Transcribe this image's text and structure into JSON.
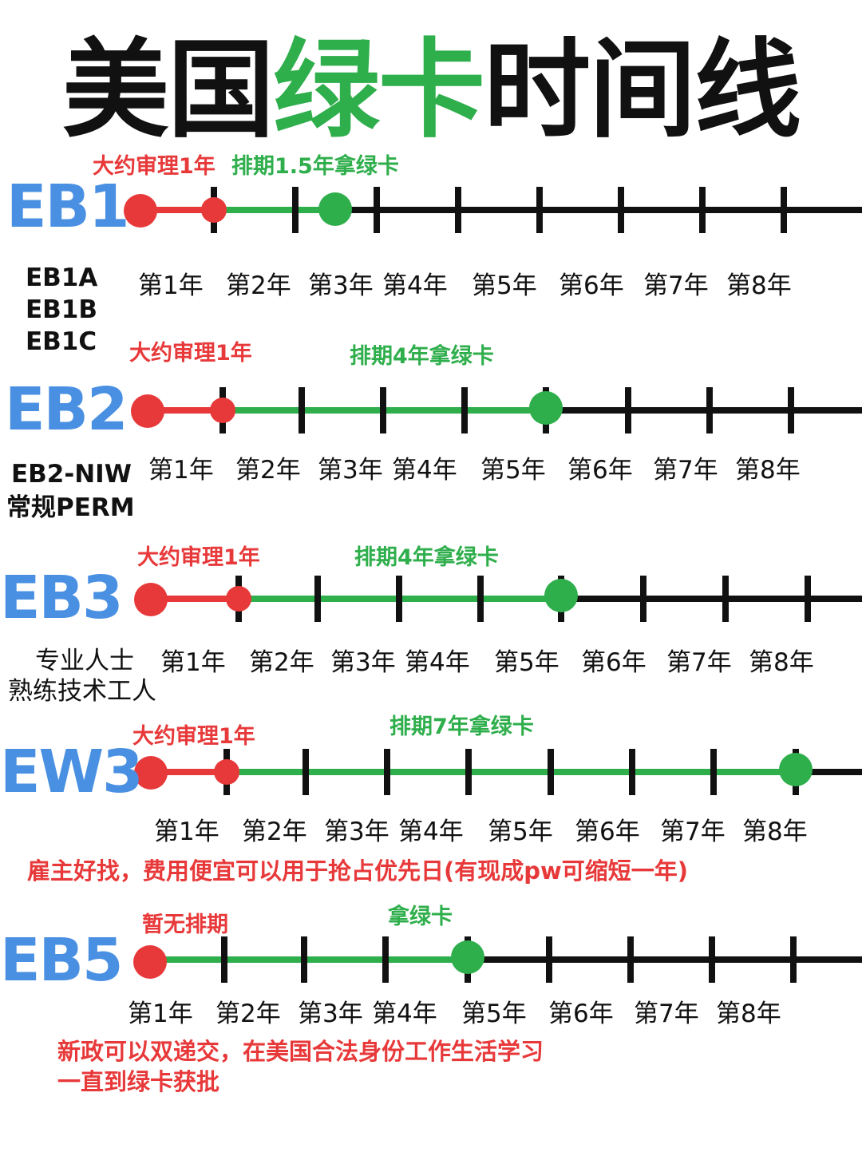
{
  "title": {
    "black1": "美国",
    "green": "绿卡",
    "black2": "时间线"
  },
  "years": [
    "第1年",
    "第2年",
    "第3年",
    "第4年",
    "第5年",
    "第6年",
    "第7年",
    "第8年"
  ],
  "colors": {
    "red": "#e8393a",
    "green": "#2fae4c",
    "blue": "#4a90e2",
    "black": "#111111"
  },
  "rows": [
    {
      "code": "EB1",
      "subtypes": [
        "EB1A",
        "EB1B",
        "EB1C"
      ],
      "review_label": "大约审理1年",
      "wait_label": "排期1.5年拿绿卡"
    },
    {
      "code": "EB2",
      "subtypes": [
        "EB2-NIW",
        "常规PERM"
      ],
      "review_label": "大约审理1年",
      "wait_label": "排期4年拿绿卡"
    },
    {
      "code": "EB3",
      "subtypes": [
        "专业人士",
        "熟练技术工人"
      ],
      "review_label": "大约审理1年",
      "wait_label": "排期4年拿绿卡"
    },
    {
      "code": "EW3",
      "subtypes": [],
      "review_label": "大约审理1年",
      "wait_label": "排期7年拿绿卡",
      "note": "雇主好找，费用便宜可以用于抢占优先日(有现成pw可缩短一年)"
    },
    {
      "code": "EB5",
      "subtypes": [],
      "review_label": "暂无排期",
      "wait_label": "拿绿卡",
      "note_lines": [
        "新政可以双递交，在美国合法身份工作生活学习",
        "一直到绿卡获批"
      ]
    }
  ]
}
